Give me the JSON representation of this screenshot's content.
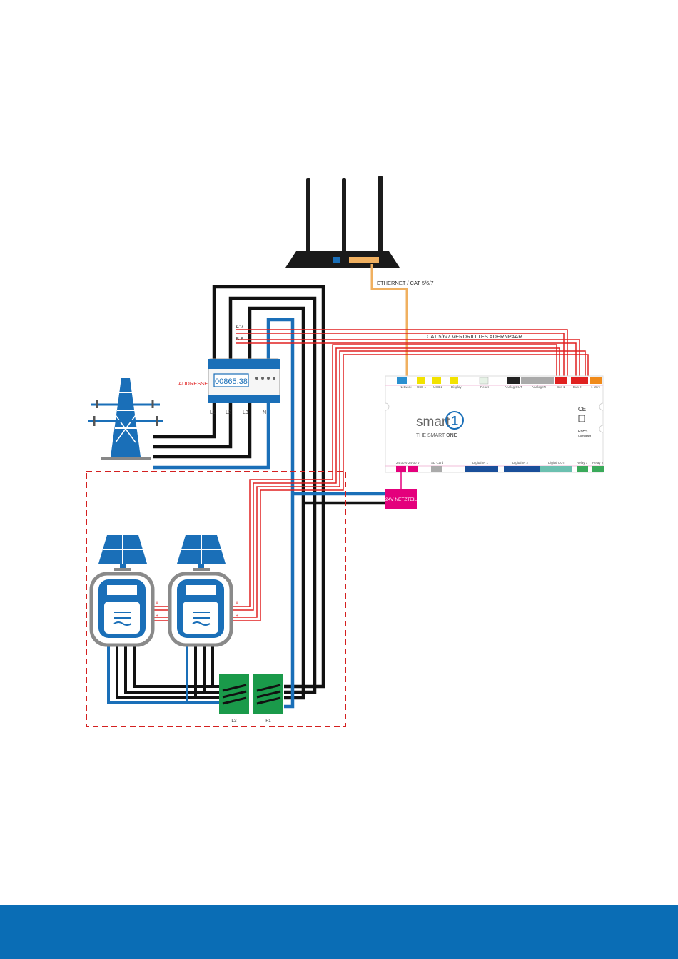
{
  "colors": {
    "footer": "#0a6db5",
    "phase_wire": "#111111",
    "neutral_wire": "#1a6fb8",
    "bus_wire": "#e02020",
    "ethernet_wire": "#f0b060",
    "inverter_blue": "#1a6fb8",
    "mcb_green": "#1a9a4a",
    "psu_magenta": "#e4007c",
    "area_border": "#d42020"
  },
  "router": {
    "ethernet_label": "ETHERNET / CAT 5/6/7"
  },
  "bus": {
    "cable_label": "CAT 5/6/7 VERDRILLTES ADERNPAAR",
    "a_label": "A:7",
    "b_label": "B:8"
  },
  "meter": {
    "address_label": "ADDRESSE 1",
    "display_value": "00865.38",
    "terminals": [
      "L1",
      "L2",
      "L3",
      "N"
    ]
  },
  "psu": {
    "label": "24V NETZTEIL"
  },
  "breakers": [
    "L3",
    "F1"
  ],
  "inverters": [
    {
      "a": "A",
      "b": "B"
    },
    {
      "a": "A",
      "b": "B"
    }
  ],
  "controller": {
    "brand": "smart",
    "brand_number": "1",
    "tagline_thin": "THE SMART ",
    "tagline_bold": "ONE",
    "top_ports": [
      "Network",
      "USB 1",
      "USB 2",
      "Display",
      "Reset",
      "Analog OUT",
      "Analog IN",
      "Bus 1",
      "Bus 2",
      "1-Wire"
    ],
    "bottom_ports": [
      "24-30 V",
      "24-30 V",
      "SD Card",
      "Digital IN 1",
      "Digital IN 2",
      "Digital OUT",
      "Relay 1",
      "Relay 2"
    ],
    "ce_mark": "CE",
    "rohs_line1": "RoHS",
    "rohs_line2": "Compliant"
  }
}
